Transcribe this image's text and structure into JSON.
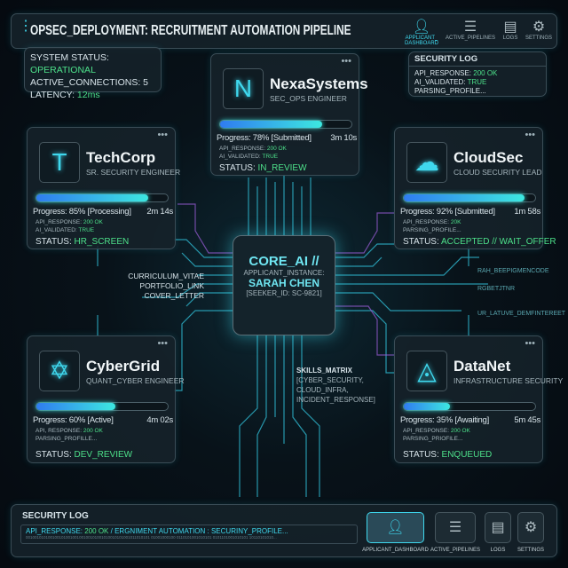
{
  "header": {
    "title": "OPSEC_DEPLOYMENT: RECRUITMENT AUTOMATION PIPELINE",
    "nav": [
      {
        "label": "APPLICANT_ DASHBOARD",
        "icon": "user-icon",
        "active": true
      },
      {
        "label": "ACTIVE_PIPELINES",
        "icon": "list-icon"
      },
      {
        "label": "LOGS",
        "icon": "document-icon"
      },
      {
        "label": "SETTINGS",
        "icon": "gear-icon"
      }
    ]
  },
  "system": {
    "status_label": "SYSTEM STATUS:",
    "status_value": "OPERATIONAL",
    "connections": "ACTIVE_CONNECTIONS: 5",
    "latency_label": "LATENCY:",
    "latency_value": "12ms"
  },
  "top_log": {
    "title": "SECURITY LOG",
    "l1_label": "API_RESPONSE:",
    "l1_value": "200 OK",
    "l2_label": "AI_VALIDATED:",
    "l2_value": "TRUE",
    "l3": "PARSING_PROFILE..."
  },
  "cards": [
    {
      "name": "NexaSystems",
      "role": "SEC_OPS ENGINEER",
      "progress": 78,
      "progress_text": "Progress: 78% [Submitted]",
      "time": "3m 10s",
      "l1_label": "API_RESPONSE:",
      "l1_value": "200 OK",
      "l2_label": "AI_VALIDATED:",
      "l2_value": "TRUE",
      "status_label": "STATUS:",
      "status": "IN_REVIEW",
      "logo": "N"
    },
    {
      "name": "TechCorp",
      "role": "SR. SECURITY ENGINEER",
      "progress": 85,
      "progress_text": "Progress: 85% [Processing]",
      "time": "2m 14s",
      "l1_label": "API_RESPONSE:",
      "l1_value": "200 OK",
      "l2_label": "AI_VALIDATED:",
      "l2_value": "TRUE",
      "status_label": "STATUS:",
      "status": "HR_SCREEN",
      "logo": "T"
    },
    {
      "name": "CloudSec",
      "role": "CLOUD SECURITY LEAD",
      "progress": 92,
      "progress_text": "Progress: 92% [Submitted]",
      "time": "1m 58s",
      "l1_label": "API_RESPONSE:",
      "l1_value": "20K",
      "l2_label": "PARSING_PROFILE...",
      "l2_value": "",
      "status_label": "STATUS:",
      "status": "ACCEPTED // WAIT_OFFER",
      "logo": "☁"
    },
    {
      "name": "CyberGrid",
      "role": "QUANT_CYBER ENGINEER",
      "progress": 60,
      "progress_text": "Progress: 60% [Active]",
      "time": "4m 02s",
      "l1_label": "API, RESPONSE:",
      "l1_value": "200 OK",
      "l2_label": "PARSING_PROFILLE...",
      "l2_value": "",
      "status_label": "STATUS:",
      "status": "DEV_REVIEW",
      "logo": "✡"
    },
    {
      "name": "DataNet",
      "role": "INFRASTRUCTURE SECURITY",
      "progress": 35,
      "progress_text": "Progress: 35% [Awaiting]",
      "time": "5m 45s",
      "l1_label": "API_RESPONSE:",
      "l1_value": "200 OK",
      "l2_label": "PARSING_PRIOFILE...",
      "l2_value": "",
      "status_label": "STATUS:",
      "status": "ENQUEUED",
      "logo": "◬"
    }
  ],
  "core": {
    "title": "CORE_AI //",
    "instance": "APPLICANT_INSTANCE:",
    "name": "SARAH CHEN",
    "id": "[SEEKER_ID: SC-9821]"
  },
  "inputs": [
    "CURRICULUM_VITAE",
    "PORTFOLIO_LINK",
    "COVER_LETTER"
  ],
  "skills": {
    "title": "SKILLS_MATRIX",
    "items": "[CYBER_SECURITY, CLOUD_INFRA, INCIDENT_RESPONSE]"
  },
  "outputs": [
    "RAH_BEEPIGMENCODE",
    "RGBETJTNR",
    "UR_LATUVE_DEMFINTEREET"
  ],
  "bottom": {
    "title": "SECURITY LOG",
    "log_label": "API_RESPONSE:",
    "log_value": "200 OK",
    "log_rest": " / ERGNIMENT AUTOMATION : SECURINY_PROFILE...",
    "binary": "00100101010010010100100100100101001010010101001011010101 01001000100 0110101001010101 0101101001010101 10110101010...",
    "nav": [
      {
        "label": "APPLICANT_DASHBOARD",
        "icon": "user-icon",
        "active": true
      },
      {
        "label": "ACTIVE_PIPELINES",
        "icon": "list-icon"
      },
      {
        "label": "LOGS",
        "icon": "document-icon"
      },
      {
        "label": "SETTINGS",
        "icon": "gear-icon"
      }
    ]
  },
  "colors": {
    "accent": "#3fd8ee",
    "ok": "#4de08a",
    "bg": "#070d14"
  }
}
